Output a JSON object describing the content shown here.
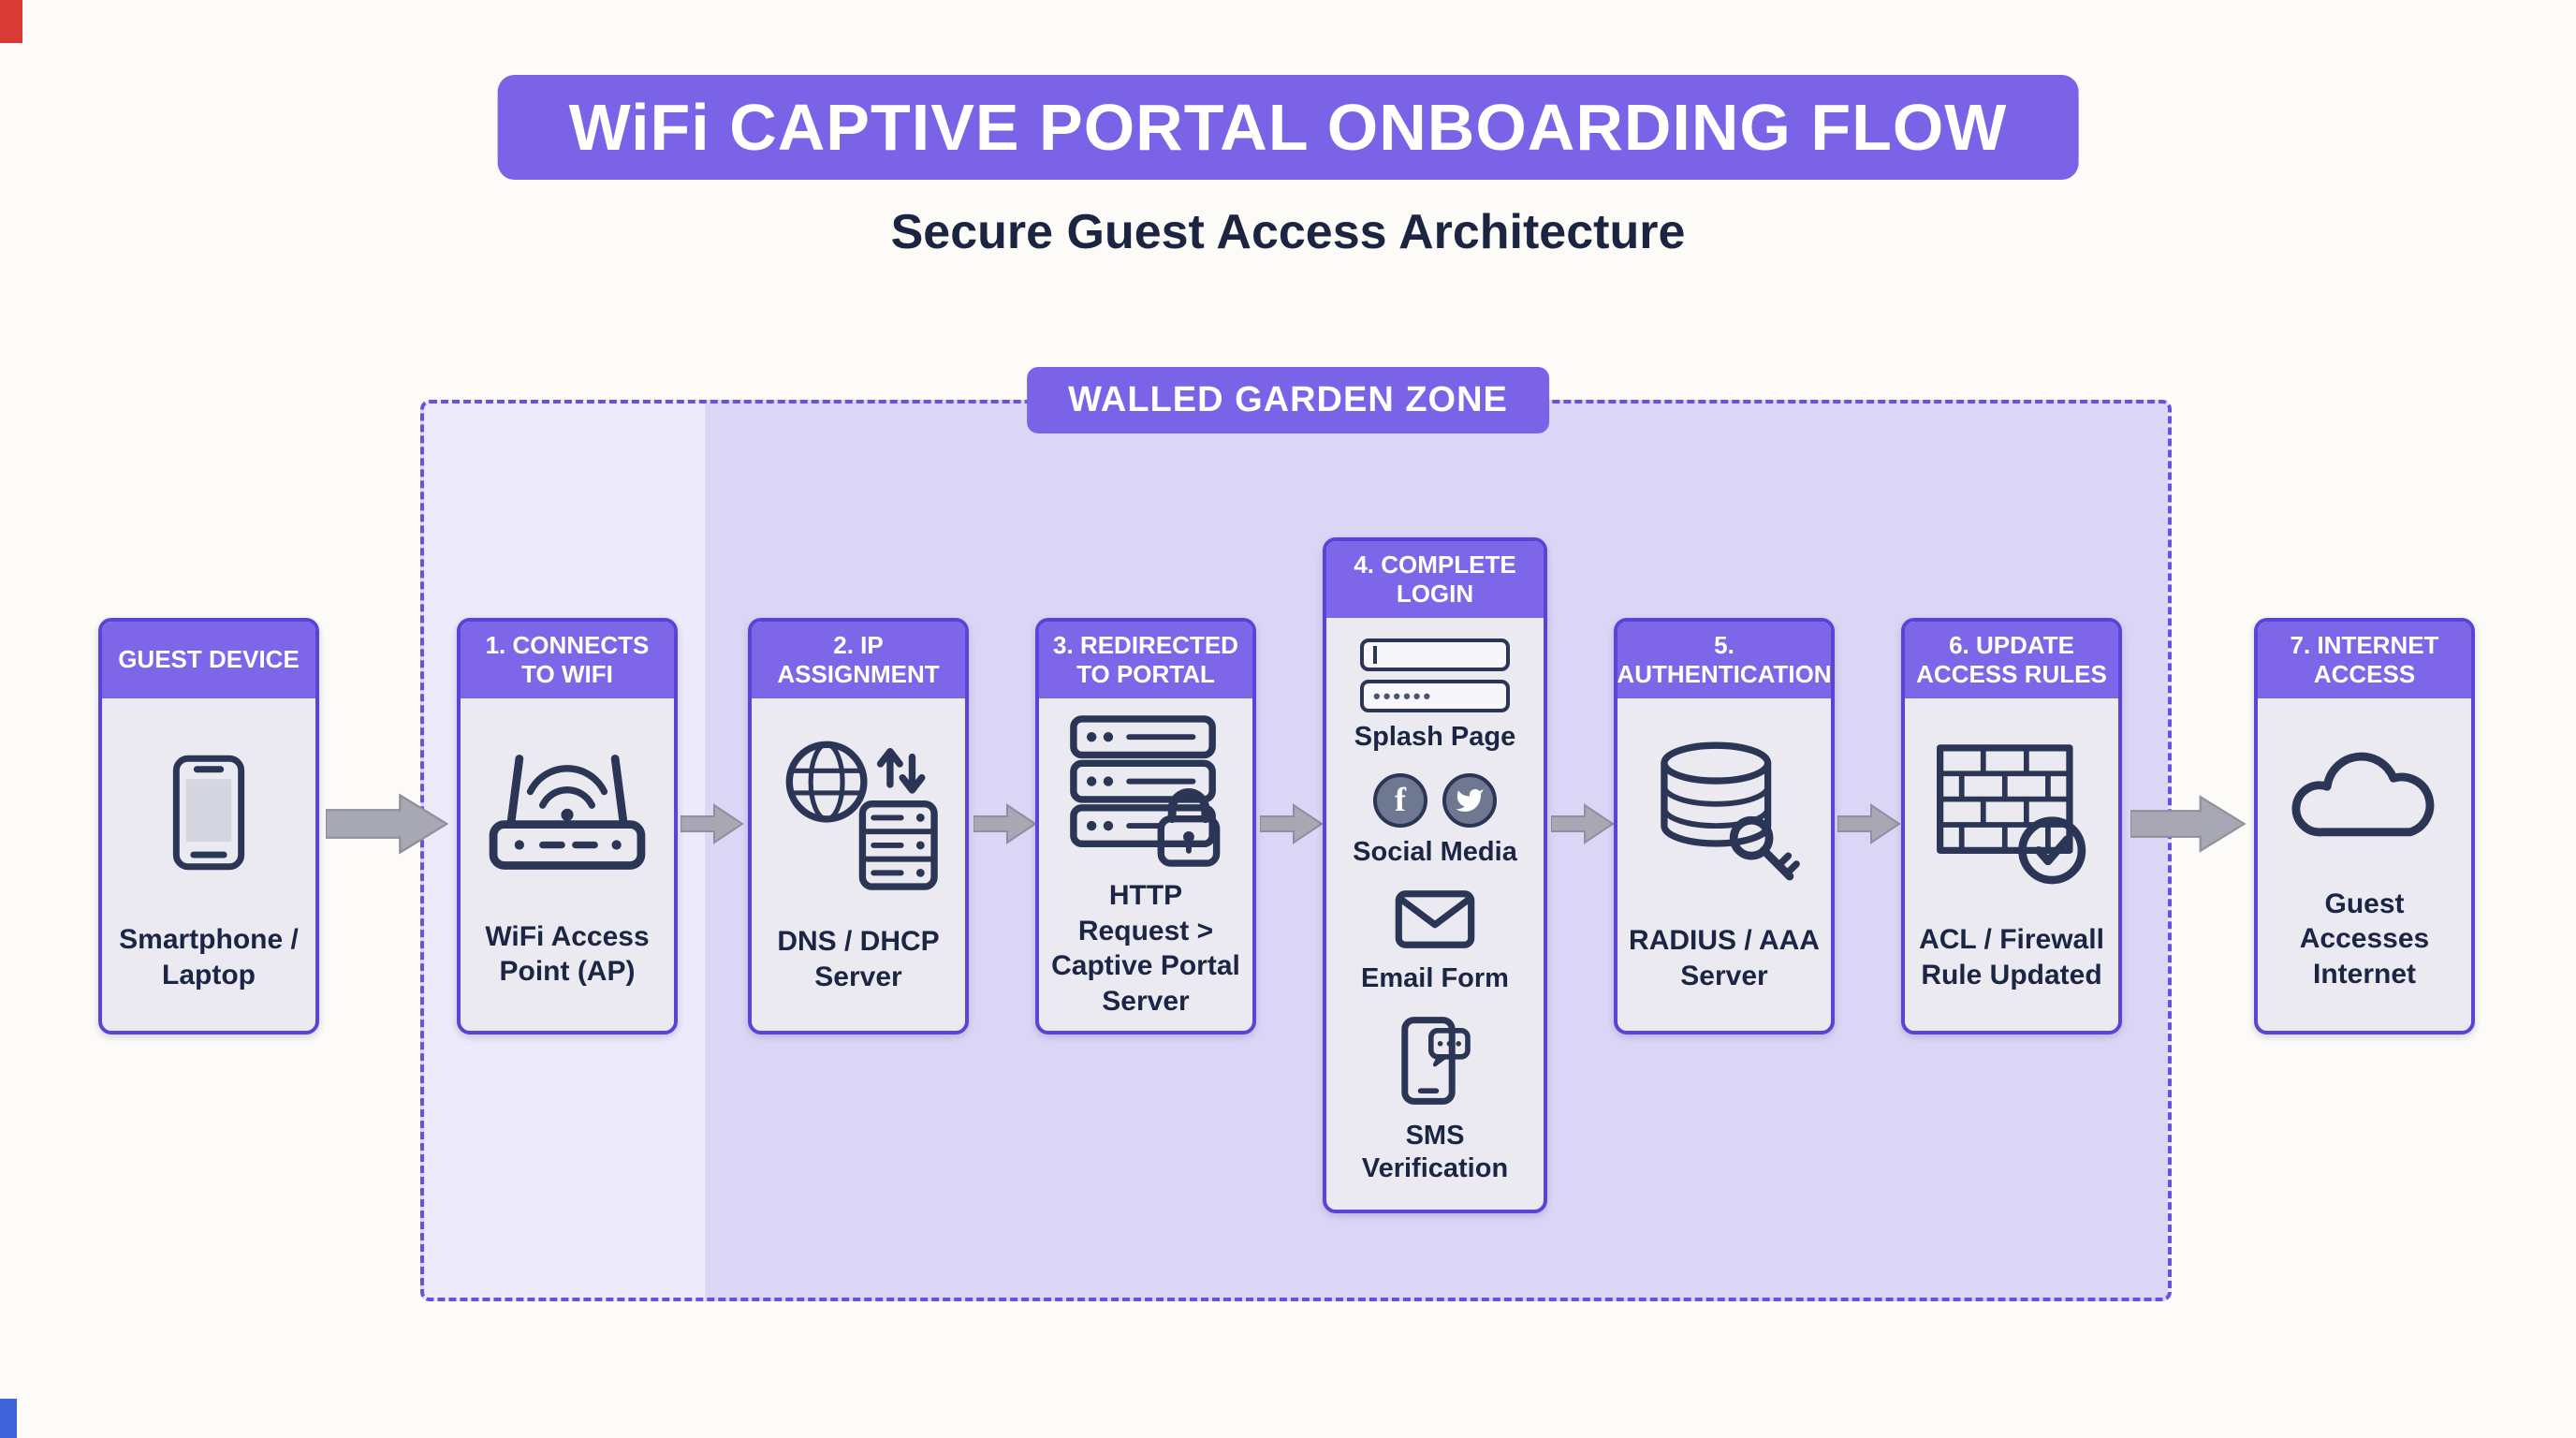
{
  "title": "WiFi CAPTIVE PORTAL ONBOARDING FLOW",
  "subtitle": "Secure Guest Access Architecture",
  "zone": {
    "label": "WALLED GARDEN ZONE"
  },
  "cards": [
    {
      "header": "GUEST DEVICE",
      "label": "Smartphone / Laptop",
      "icon": "smartphone-icon"
    },
    {
      "header": "1. CONNECTS TO WIFI",
      "label": "WiFi Access Point (AP)",
      "icon": "wifi-access-point-icon"
    },
    {
      "header": "2. IP ASSIGNMENT",
      "label": "DNS / DHCP Server",
      "icon": "globe-server-icon"
    },
    {
      "header": "3. REDIRECTED TO PORTAL",
      "label": "HTTP Request > Captive Portal Server",
      "icon": "server-lock-icon"
    },
    {
      "header": "4. COMPLETE LOGIN",
      "password_mask": "••••••",
      "items": [
        {
          "label": "Splash Page",
          "icon": "login-form-icon"
        },
        {
          "label": "Social Media",
          "icon": "facebook-twitter-icons"
        },
        {
          "label": "Email Form",
          "icon": "envelope-icon"
        },
        {
          "label": "SMS Verification",
          "icon": "phone-sms-icon"
        }
      ],
      "facebook_glyph": "f"
    },
    {
      "header": "5. AUTHENTICATION",
      "label": "RADIUS / AAA Server",
      "icon": "database-key-icon"
    },
    {
      "header": "6. UPDATE ACCESS RULES",
      "label": "ACL / Firewall Rule Updated",
      "icon": "firewall-check-icon"
    },
    {
      "header": "7. INTERNET ACCESS",
      "label": "Guest Accesses Internet",
      "icon": "cloud-icon"
    }
  ],
  "colors": {
    "accent_purple": "#7b63e8",
    "header_purple": "#7e66e8",
    "card_border": "#5a43d6",
    "zone_border": "#6a4fe0",
    "zone_fill": "#dcd6f6",
    "card_body": "#eceaf1",
    "navy_text": "#1b2544",
    "arrow_gray": "#a8a8b5"
  }
}
